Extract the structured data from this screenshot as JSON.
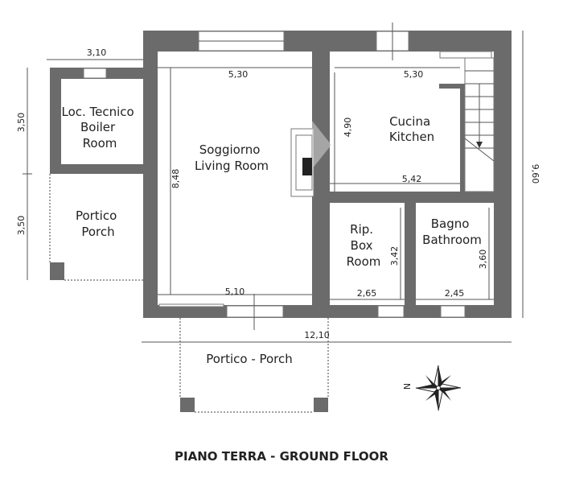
{
  "title": "PIANO TERRA - GROUND FLOOR",
  "rooms": {
    "boiler": [
      "Loc. Tecnico",
      "Boiler",
      "Room"
    ],
    "porch_left": [
      "Portico",
      "Porch"
    ],
    "living": [
      "Soggiorno",
      "Living Room"
    ],
    "kitchen": [
      "Cucina",
      "Kitchen"
    ],
    "box": [
      "Rip.",
      "Box",
      "Room"
    ],
    "bathroom": [
      "Bagno",
      "Bathroom"
    ],
    "porch_front": "Portico - Porch"
  },
  "dims": {
    "left_width": "3,10",
    "boiler_height": "3,50",
    "porch_height": "3,50",
    "living_top": "5,30",
    "living_height": "8,48",
    "living_bottom": "5,10",
    "kitchen_top": "5,30",
    "kitchen_height": "4,90",
    "kitchen_bottom": "5,42",
    "box_height": "3,42",
    "box_width": "2,65",
    "bath_height": "3,60",
    "bath_width": "2,45",
    "total_width": "12,10",
    "total_height": "9,60"
  },
  "compass": {
    "north_label": "N"
  }
}
